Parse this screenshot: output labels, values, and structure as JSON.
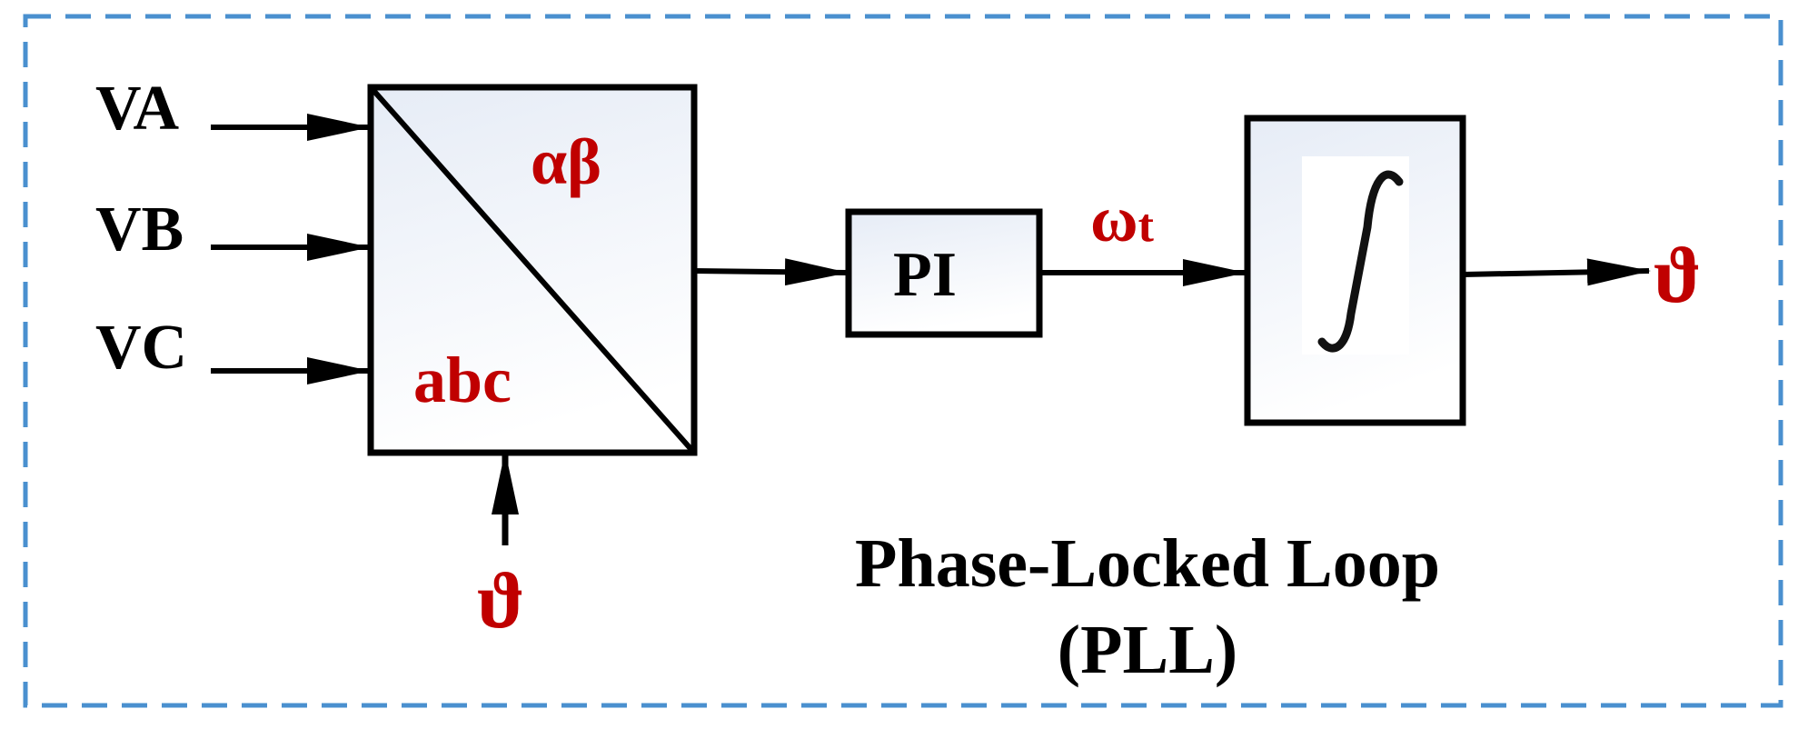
{
  "colors": {
    "frame": "#4a90cf",
    "accent": "#c00000",
    "line": "#000000",
    "block_fill_top": "#e6ecf6",
    "block_fill_bottom": "#ffffff"
  },
  "inputs": {
    "va": "VA",
    "vb": "VB",
    "vc": "VC"
  },
  "transform_block": {
    "top_label": "αβ",
    "bottom_label": "abc",
    "theta_input": "ϑ"
  },
  "pi_block": {
    "label": "PI"
  },
  "omega_signal": {
    "symbol": "ω",
    "subscript": "t"
  },
  "integrator_block": {
    "icon": "integral-icon"
  },
  "output": {
    "label": "ϑ"
  },
  "caption": {
    "line1": "Phase-Locked Loop",
    "line2": "(PLL)"
  }
}
